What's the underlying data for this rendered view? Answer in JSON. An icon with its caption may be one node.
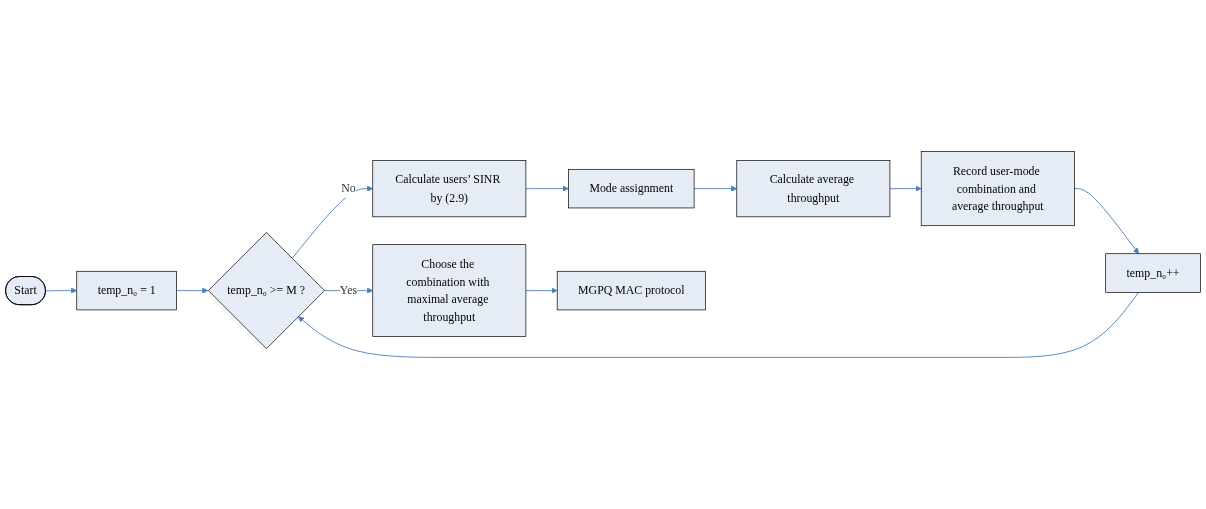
{
  "diagram": {
    "nodes": [
      {
        "text": [
          "Start"
        ]
      },
      {
        "text": [
          "temp_n₀ = 1"
        ]
      },
      {
        "text": [
          "temp_n₀ >= M ?"
        ]
      },
      {
        "text": [
          "Calculate users’ SINR by (2.9)"
        ]
      },
      {
        "text": [
          "Mode assignment"
        ]
      },
      {
        "text": [
          "Calculate average throughput"
        ]
      },
      {
        "text": [
          "Record user-mode combination and average throughput"
        ]
      },
      {
        "text": [
          "temp_n₀++"
        ]
      },
      {
        "text": [
          "Choose the combination with maximal average throughput"
        ]
      },
      {
        "text": [
          "MGPQ MAC protocol"
        ]
      }
    ],
    "edges": [
      {
        "from": 0,
        "to": 1,
        "arrow": "to"
      },
      {
        "from": 1,
        "to": 2,
        "arrow": "to"
      },
      {
        "from": 2,
        "to": 3,
        "arrow": "to",
        "label": "No"
      },
      {
        "from": 3,
        "to": 4,
        "arrow": "to"
      },
      {
        "from": 4,
        "to": 5,
        "arrow": "to"
      },
      {
        "from": 5,
        "to": 6,
        "arrow": "to"
      },
      {
        "from": 6,
        "to": 7,
        "arrow": "to"
      },
      {
        "from": 7,
        "to": 2,
        "arrow": "to"
      },
      {
        "from": 2,
        "to": 8,
        "arrow": "to",
        "label": "Yes"
      },
      {
        "from": 8,
        "to": 9,
        "arrow": "to"
      }
    ]
  }
}
